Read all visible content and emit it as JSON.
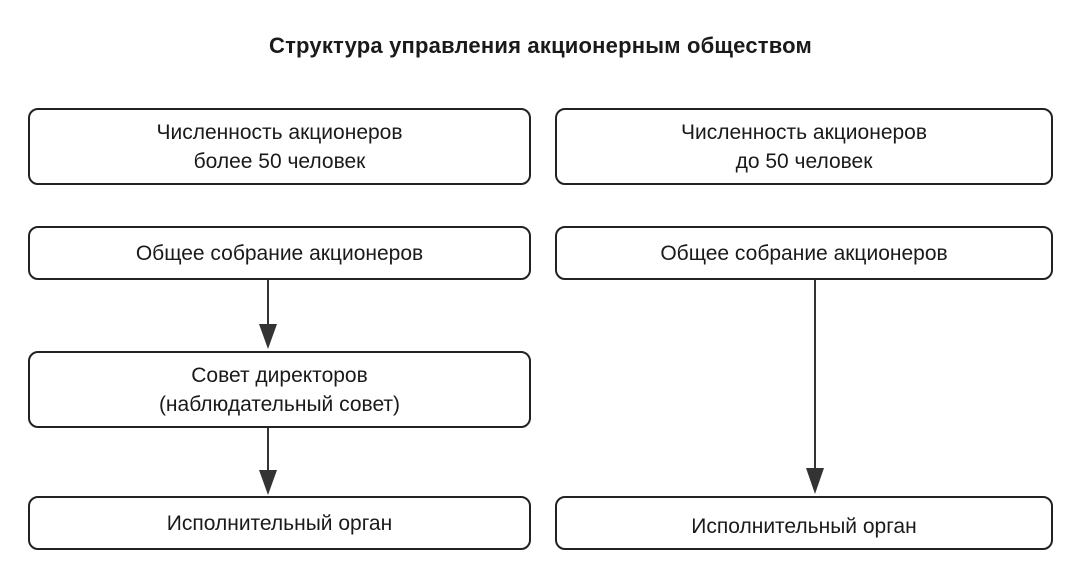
{
  "title": "Структура управления акционерным обществом",
  "left": {
    "header": "Численность акционеров\nболее 50 человек",
    "meeting": "Общее собрание акционеров",
    "board": "Совет директоров\n(наблюдательный совет)",
    "executive": "Исполнительный орган"
  },
  "right": {
    "header": "Численность акционеров\nдо 50 человек",
    "meeting": "Общее собрание акционеров",
    "executive": "Исполнительный орган"
  }
}
